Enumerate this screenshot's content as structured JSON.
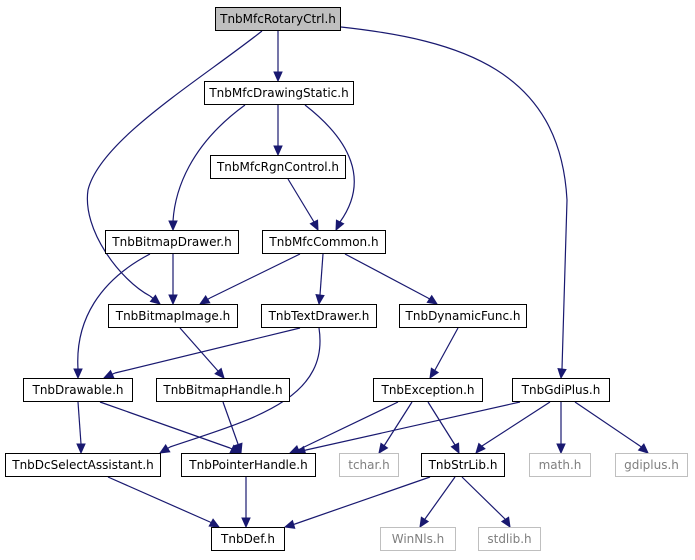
{
  "colors": {
    "edge": "#191970",
    "root_fill": "#bfbfbf",
    "external_border": "#bfbfbf",
    "external_text": "#7f7f7f"
  },
  "nodes": {
    "rotary": "TnbMfcRotaryCtrl.h",
    "drawing_static": "TnbMfcDrawingStatic.h",
    "rgn_control": "TnbMfcRgnControl.h",
    "bitmap_drawer": "TnbBitmapDrawer.h",
    "mfc_common": "TnbMfcCommon.h",
    "bitmap_image": "TnbBitmapImage.h",
    "text_drawer": "TnbTextDrawer.h",
    "dynamic_func": "TnbDynamicFunc.h",
    "drawable": "TnbDrawable.h",
    "bitmap_handle": "TnbBitmapHandle.h",
    "exception": "TnbException.h",
    "gdiplus_h": "TnbGdiPlus.h",
    "dc_select": "TnbDcSelectAssistant.h",
    "pointer_handle": "TnbPointerHandle.h",
    "tchar": "tchar.h",
    "strlib": "TnbStrLib.h",
    "math": "math.h",
    "gdiplus": "gdiplus.h",
    "def": "TnbDef.h",
    "winnls": "WinNls.h",
    "stdlib": "stdlib.h"
  }
}
